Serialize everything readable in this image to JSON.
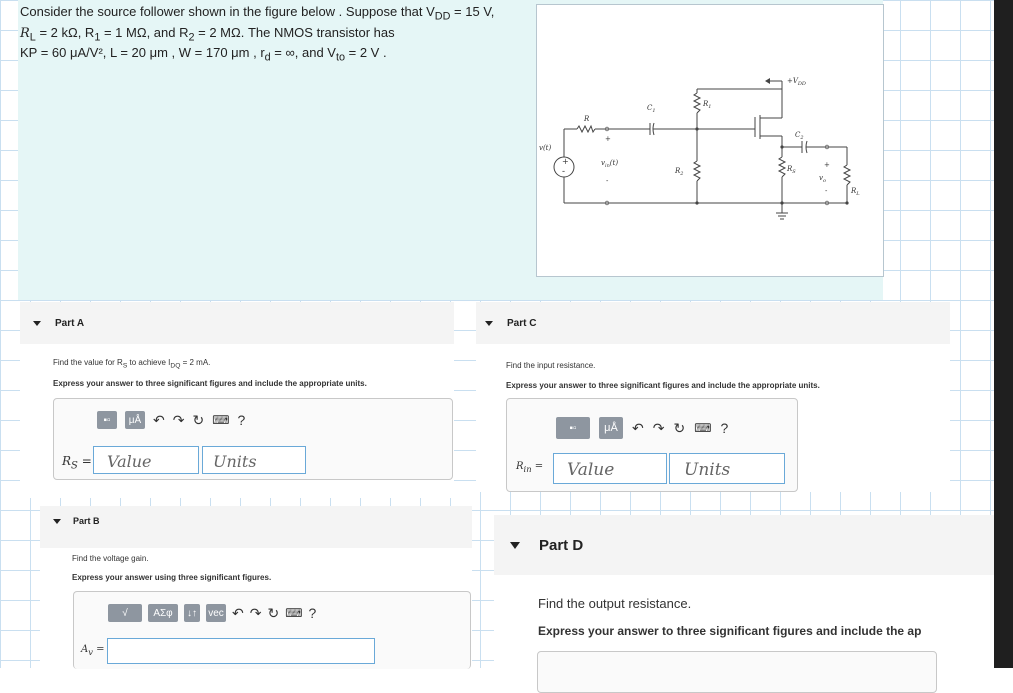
{
  "problem": {
    "line1": "Consider the source follower shown in the figure below . Suppose that V",
    "line1_sub": "DD",
    "line1_end": " = 15 V,",
    "line2": "R",
    "line2_sub": "L",
    "line2_rest": " = 2 kΩ, R",
    "line2_sub2": "1",
    "line2_rest2": " = 1 MΩ, and R",
    "line2_sub3": "2",
    "line2_rest3": " = 2 MΩ. The NMOS transistor has",
    "line3": "KP = 60 μA/V², L = 20 μm , W = 170 μm , r",
    "line3_sub": "d",
    "line3_rest": " = ∞, and V",
    "line3_sub2": "to",
    "line3_end": " = 2 V ."
  },
  "figure": {
    "vdd_label": "+V",
    "vdd_sub": "DD",
    "r_label": "R",
    "c1_label": "C",
    "c1_sub": "1",
    "r1_label": "R",
    "r1_sub": "1",
    "c2_label": "C",
    "c2_sub": "2",
    "r2_label": "R",
    "r2_sub": "2",
    "rs_label": "R",
    "rs_sub": "S",
    "rl_label": "R",
    "rl_sub": "L",
    "vt_label": "v(t)",
    "vin_label": "v",
    "vin_sub": "in",
    "vin_suffix": "(t)",
    "vo_label": "v",
    "vo_sub": "o",
    "plus": "+",
    "minus": "-"
  },
  "partA": {
    "title": "Part A",
    "question": "Find the value for R",
    "question_sub": "S",
    "question_end": " to achieve I",
    "question_sub2": "DQ",
    "question_end2": " = 2 mA.",
    "instruction": "Express your answer to three significant figures and include the appropriate units.",
    "label": "R",
    "label_sub": "S",
    "label_eq": " =",
    "value_placeholder": "Value",
    "units_placeholder": "Units",
    "mu": "μÅ",
    "help": "?"
  },
  "partB": {
    "title": "Part B",
    "question": "Find the voltage gain.",
    "instruction": "Express your answer using three significant figures.",
    "label": "A",
    "label_sub": "v",
    "label_eq": " =",
    "btn_sqrt": "√",
    "btn_greek": "ΑΣφ",
    "btn_arrows": "↓↑",
    "btn_vec": "vec",
    "help": "?"
  },
  "partC": {
    "title": "Part C",
    "question": "Find the input resistance.",
    "instruction": "Express your answer to three significant figures and include the appropriate units.",
    "label": "R",
    "label_sub": "in",
    "label_eq": " =",
    "value_placeholder": "Value",
    "units_placeholder": "Units",
    "mu": "μÅ",
    "help": "?"
  },
  "partD": {
    "title": "Part D",
    "question": "Find the output resistance.",
    "instruction": "Express your answer to three significant figures and include the ap"
  },
  "colors": {
    "problem_bg": "#e5f6f6",
    "grid_line": "#c9dff0",
    "field_border": "#6aa9d8",
    "toolbar_button": "#8e96a0",
    "scrollbar": "#1f1f1f"
  },
  "icons": [
    "template-icon",
    "undo-icon",
    "redo-icon",
    "reset-icon",
    "keyboard-icon",
    "help-icon",
    "caret-down-icon"
  ]
}
